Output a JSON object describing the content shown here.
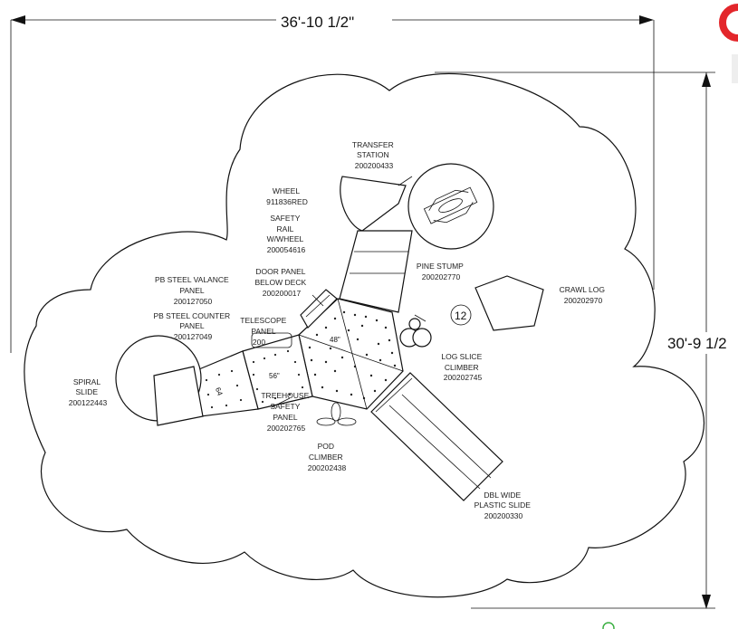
{
  "dimensions": {
    "width": "36'-10 1/2\"",
    "height": "30'-9 1/2"
  },
  "components": {
    "transfer_station": [
      "TRANSFER",
      "STATION",
      "200200433"
    ],
    "wheel": [
      "WHEEL",
      "911836RED"
    ],
    "safety_rail": [
      "SAFETY",
      "RAIL",
      "W/WHEEL",
      "200054616"
    ],
    "door_panel": [
      "DOOR PANEL",
      "BELOW DECK",
      "200200017"
    ],
    "pine_stump": [
      "PINE STUMP",
      "200202770"
    ],
    "crawl_log": [
      "CRAWL LOG",
      "200202970"
    ],
    "valance_panel": [
      "PB STEEL VALANCE",
      "PANEL",
      "200127050"
    ],
    "counter_panel": [
      "PB STEEL COUNTER",
      "PANEL",
      "200127049"
    ],
    "telescope_panel": [
      "TELESCOPE",
      "PANEL",
      "200"
    ],
    "spiral_slide": [
      "SPIRAL",
      "SLIDE",
      "200122443"
    ],
    "log_slice_climber": [
      "LOG SLICE",
      "CLIMBER",
      "200202745"
    ],
    "treehouse_panel": [
      "TREEHOUSE",
      "SAFETY",
      "PANEL",
      "200202765"
    ],
    "pod_climber": [
      "POD",
      "CLIMBER",
      "200202438"
    ],
    "dbl_slide": [
      "DBL WIDE",
      "PLASTIC SLIDE",
      "200200330"
    ]
  },
  "deck_heights": [
    "48\"",
    "56\"",
    "64"
  ],
  "callout_number": "12"
}
